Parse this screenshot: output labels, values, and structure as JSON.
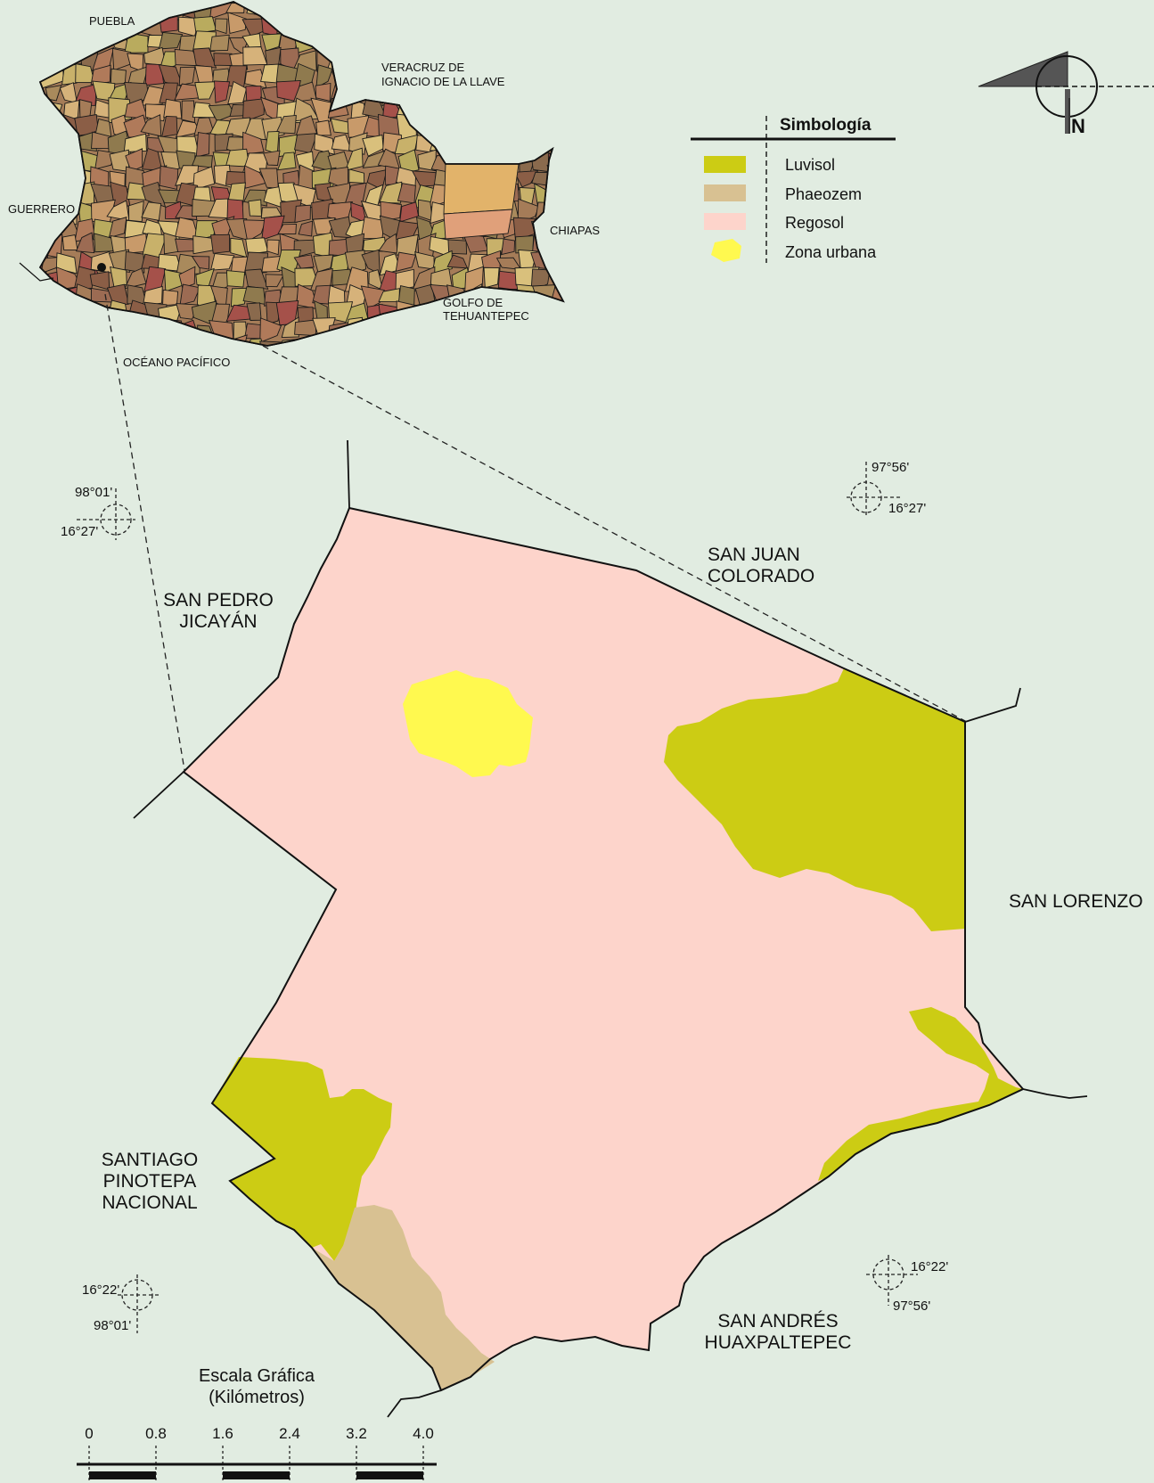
{
  "inset_map": {
    "labels": {
      "puebla": "PUEBLA",
      "veracruz_line1": "VERACRUZ DE",
      "veracruz_line2": "IGNACIO DE LA LLAVE",
      "guerrero": "GUERRERO",
      "chiapas": "CHIAPAS",
      "golfo_line1": "GOLFO DE",
      "golfo_line2": "TEHUANTEPEC",
      "oceano": "OCÉANO PACÍFICO"
    }
  },
  "neighbors": {
    "san_pedro_line1": "SAN PEDRO",
    "san_pedro_line2": "JICAYÁN",
    "san_juan_line1": "SAN JUAN",
    "san_juan_line2": "COLORADO",
    "san_lorenzo": "SAN LORENZO",
    "santiago_line1": "SANTIAGO",
    "santiago_line2": "PINOTEPA",
    "santiago_line3": "NACIONAL",
    "san_andres_line1": "SAN ANDRÉS",
    "san_andres_line2": "HUAXPALTEPEC"
  },
  "coordinates": {
    "nw_lon": "98°01'",
    "nw_lat": "16°27'",
    "ne_lon": "97°56'",
    "ne_lat": "16°27'",
    "sw_lat": "16°22'",
    "sw_lon": "98°01'",
    "se_lat": "16°22'",
    "se_lon": "97°56'"
  },
  "north_arrow": {
    "label": "N"
  },
  "legend": {
    "title": "Simbología",
    "items": [
      {
        "label": "Luvisol",
        "color": "#cccc14"
      },
      {
        "label": "Phaeozem",
        "color": "#d8c192"
      },
      {
        "label": "Regosol",
        "color": "#fdd4cb"
      },
      {
        "label": "Zona urbana",
        "color": "#fff94f"
      }
    ]
  },
  "scale_bar": {
    "title_line1": "Escala Gráfica",
    "title_line2": "(Kilómetros)",
    "ticks": [
      "0",
      "0.8",
      "1.6",
      "2.4",
      "3.2",
      "4.0"
    ]
  }
}
